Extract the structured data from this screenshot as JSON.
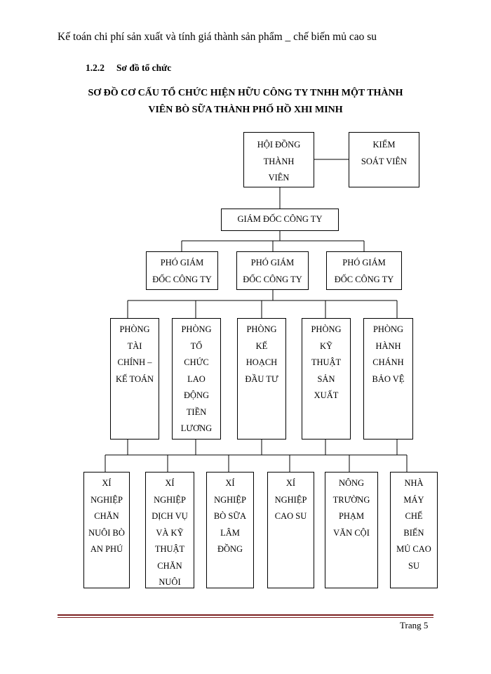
{
  "header": {
    "text": "Kế toán chi phí sản xuất và tính giá thành sản phẩm _ chế biến mủ cao su"
  },
  "section": {
    "number": "1.2.2",
    "title": "Sơ đồ tổ chức"
  },
  "chart": {
    "title_line1": "SƠ ĐỒ CƠ CẤU TỔ CHỨC HIỆN HỮU CÔNG TY TNHH MỘT THÀNH",
    "title_line2": "VIÊN BÒ SỮA THÀNH PHỐ HỒ XHI MINH",
    "hoi_dong": "HỘI ĐỒNG THÀNH VIÊN",
    "kiem_soat": "KIỂM SOÁT VIÊN",
    "giam_doc": "GIÁM ĐỐC CÔNG TY",
    "pho_giam_doc": [
      "PHÓ GIÁM ĐỐC CÔNG TY",
      "PHÓ GIÁM ĐỐC CÔNG TY",
      "PHÓ GIÁM ĐỐC CÔNG TY"
    ],
    "phong": [
      "PHÒNG TÀI CHÍNH – KẾ TOÁN",
      "PHÒNG TỔ CHỨC LAO ĐỘNG TIỀN LƯƠNG",
      "PHÒNG KẾ HOẠCH ĐẦU TƯ",
      "PHÒNG KỸ THUẬT SẢN XUẤT",
      "PHÒNG HÀNH CHÁNH BẢO VỆ"
    ],
    "units": [
      "XÍ NGHIỆP CHĂN NUÔI BÒ AN PHÚ",
      "XÍ NGHIỆP DỊCH VỤ VÀ KỸ THUẬT CHĂN NUÔI",
      "XÍ NGHIỆP BÒ SỮA LÂM ĐỒNG",
      "XÍ NGHIỆP CAO SU",
      "NÔNG TRƯỜNG PHẠM VĂN CỘI",
      "NHÀ MÁY CHẾ BIẾN MỦ CAO SU"
    ]
  },
  "footer": {
    "page_label": "Trang 5"
  },
  "colors": {
    "footer_rule": "#7a1f1f"
  }
}
